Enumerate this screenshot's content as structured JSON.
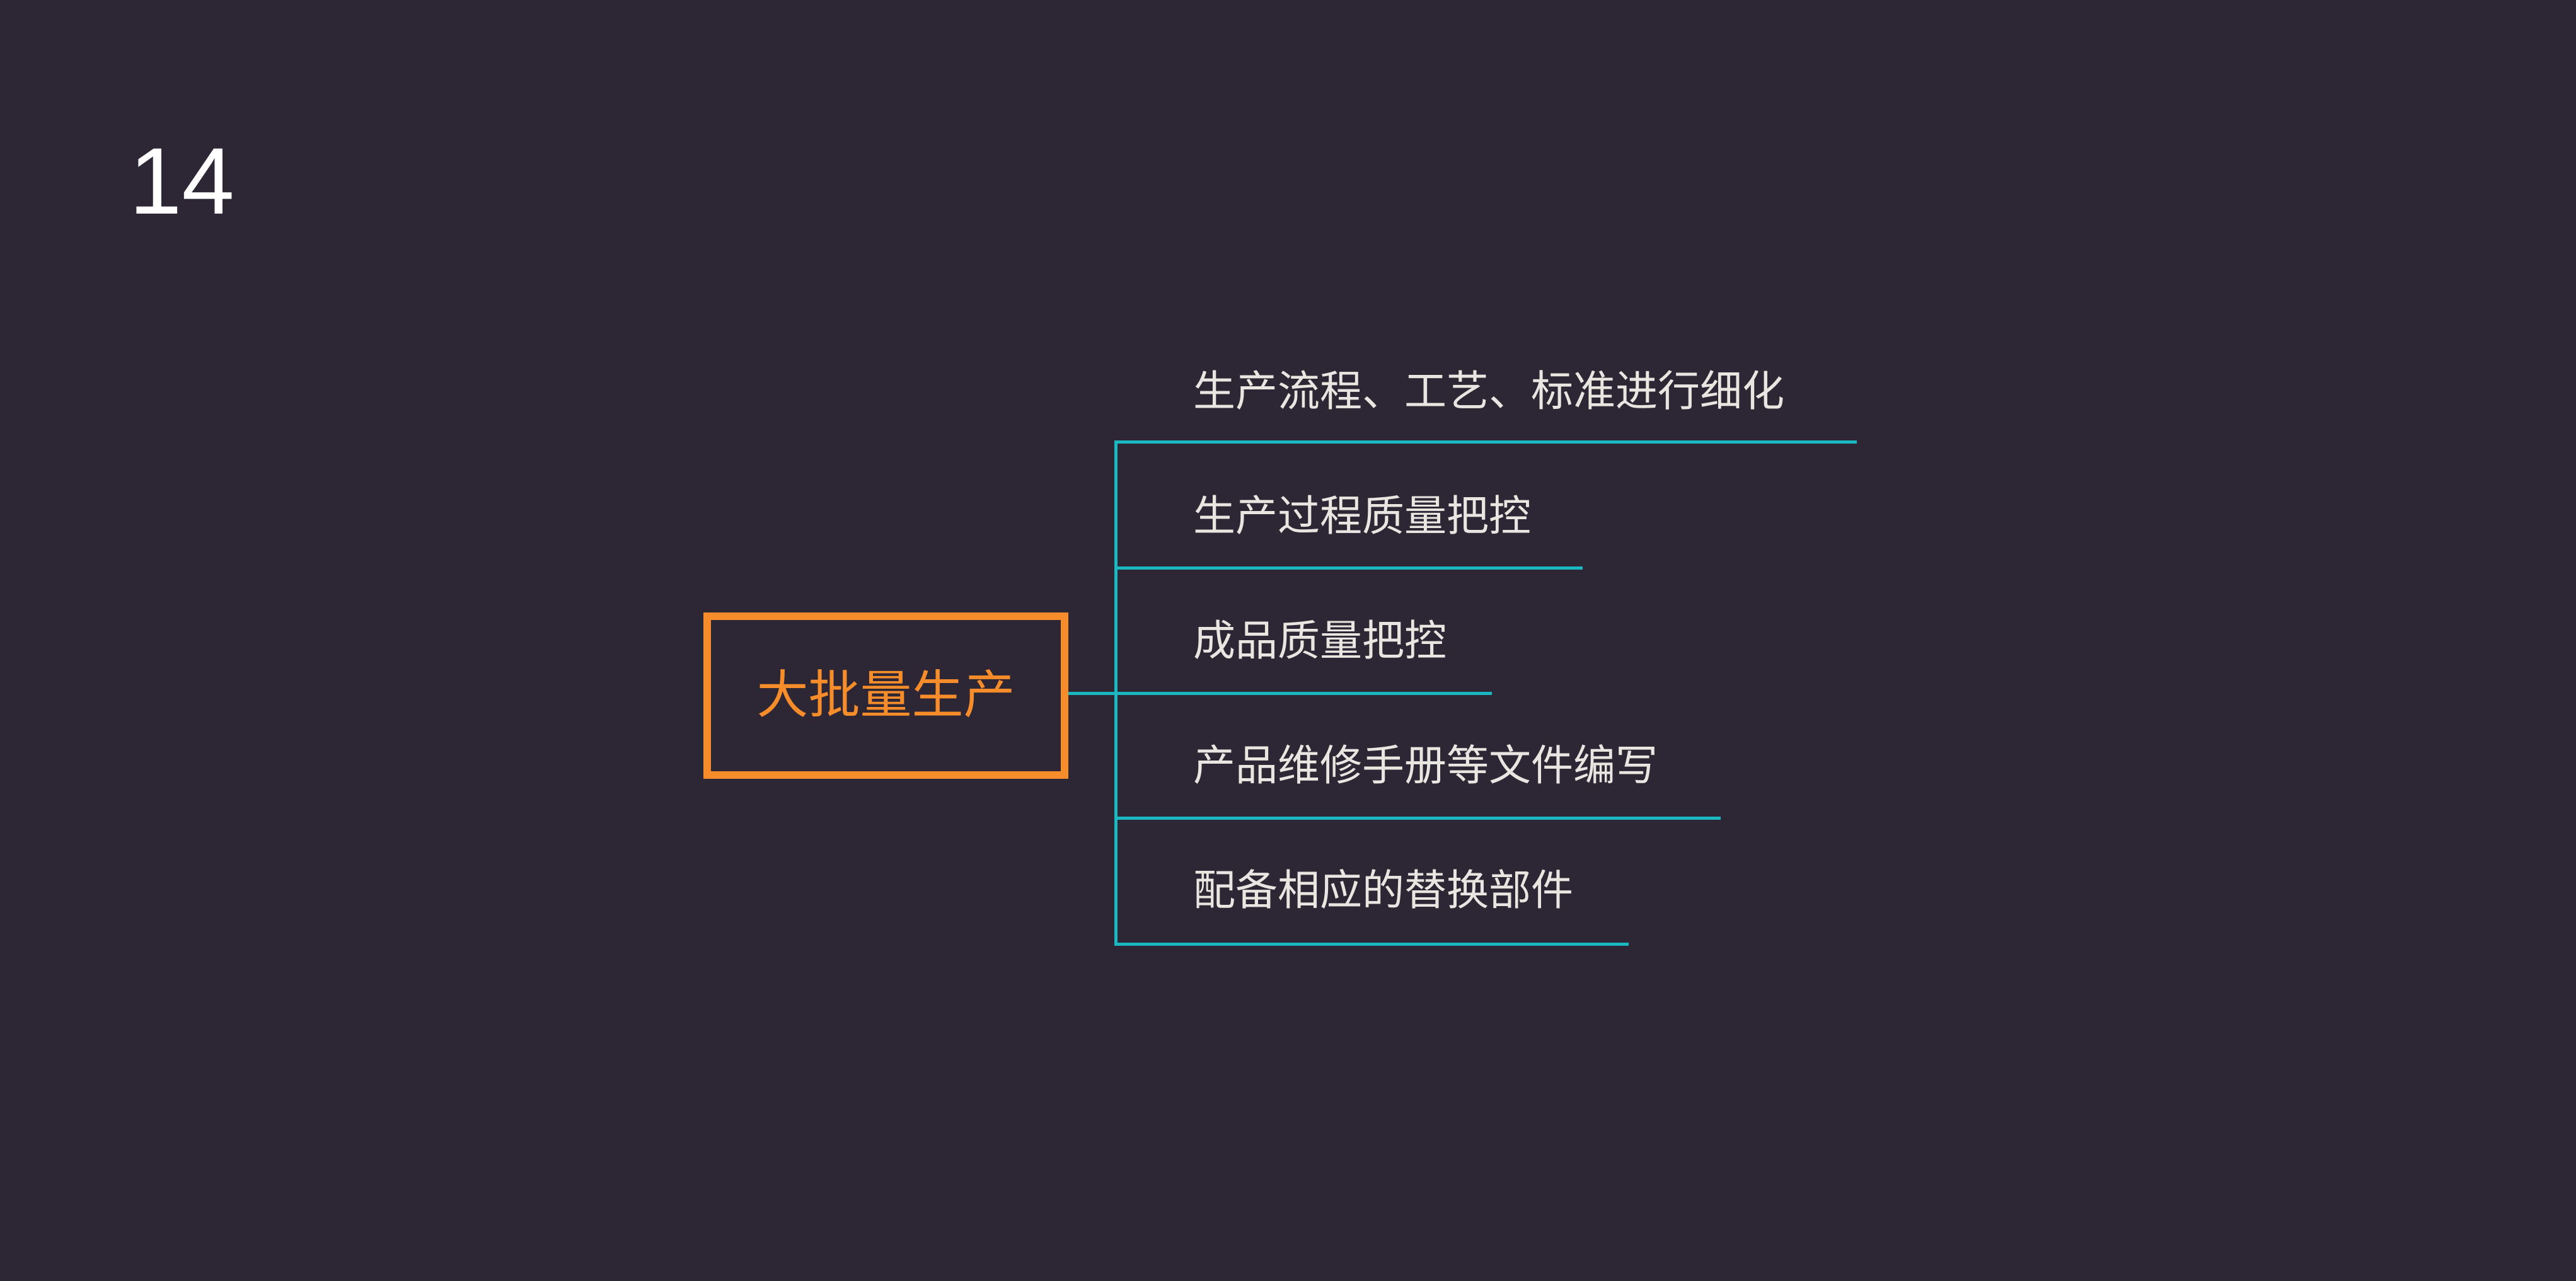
{
  "page_number": "14",
  "root": {
    "label": "大批量生产"
  },
  "branches": [
    {
      "label": "生产流程、工艺、标准进行细化"
    },
    {
      "label": "生产过程质量把控"
    },
    {
      "label": "成品质量把控"
    },
    {
      "label": "产品维修手册等文件编写"
    },
    {
      "label": "配备相应的替换部件"
    }
  ],
  "colors": {
    "background": "#2d2735",
    "root": "#f78c2a",
    "connector": "#1ab8c0",
    "text": "#e8e6e0"
  }
}
